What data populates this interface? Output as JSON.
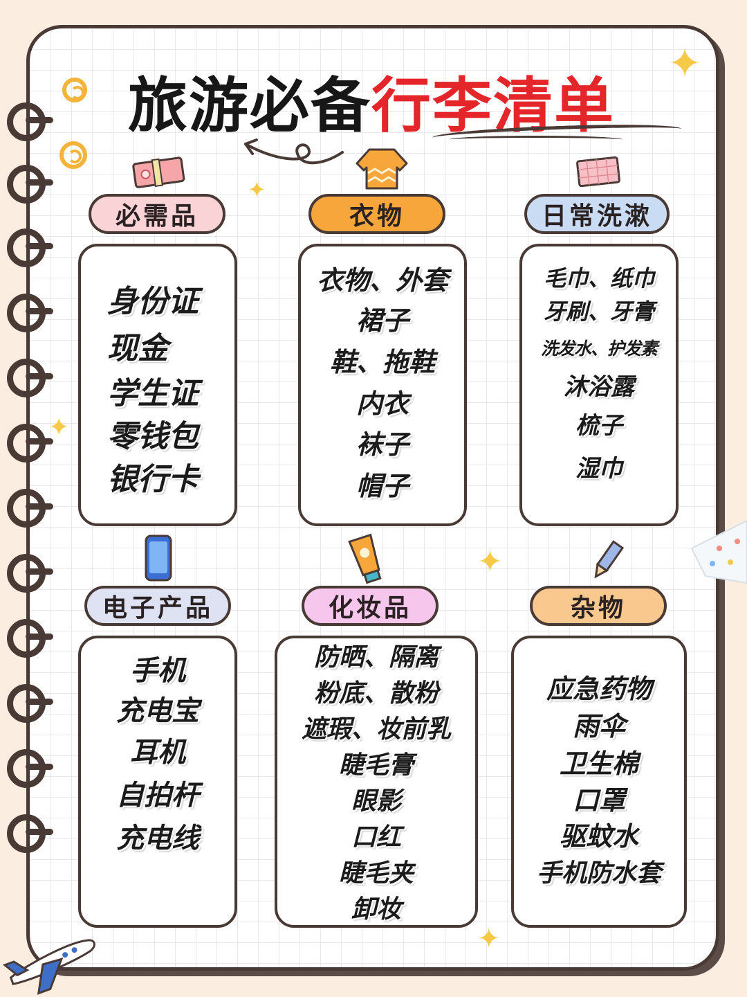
{
  "title": {
    "black": "旅游必备",
    "red": "行李清单"
  },
  "colors": {
    "outline": "#4a3a36",
    "title_red": "#e4262a",
    "pink": "#f9d3d6",
    "orange": "#f6a63a",
    "blue": "#c9dcf3",
    "lavender": "#dfe2f3",
    "magenta": "#f6c6ec",
    "peach": "#f9c88e"
  },
  "sections": [
    {
      "label": "必需品",
      "icon": "money-icon",
      "items": [
        "身份证",
        "现金",
        "学生证",
        "零钱包",
        "银行卡"
      ]
    },
    {
      "label": "衣物",
      "icon": "sweater-icon",
      "items": [
        "衣物、外套",
        "裙子",
        "鞋、拖鞋",
        "内衣",
        "袜子",
        "帽子"
      ]
    },
    {
      "label": "日常洗漱",
      "icon": "towel-icon",
      "items": [
        "毛巾、纸巾",
        "牙刷、牙膏",
        "洗发水、护发素",
        "沐浴露",
        "梳子",
        "湿巾"
      ]
    },
    {
      "label": "电子产品",
      "icon": "phone-icon",
      "items": [
        "手机",
        "充电宝",
        "耳机",
        "自拍杆",
        "充电线"
      ]
    },
    {
      "label": "化妆品",
      "icon": "sunscreen-icon",
      "items": [
        "防晒、隔离",
        "粉底、散粉",
        "遮瑕、妆前乳",
        "睫毛膏",
        "眼影",
        "口红",
        "睫毛夹",
        "卸妆"
      ]
    },
    {
      "label": "杂物",
      "icon": "pencil-icon",
      "items": [
        "应急药物",
        "雨伞",
        "卫生棉",
        "口罩",
        "驱蚊水",
        "手机防水套"
      ]
    }
  ]
}
